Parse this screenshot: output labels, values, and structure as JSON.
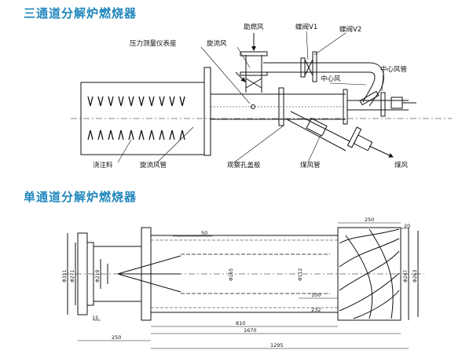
{
  "titles": {
    "three_channel": "三通道分解炉燃烧器",
    "single_channel": "单通道分解炉燃烧器"
  },
  "labels": {
    "booster_air": "助燃风",
    "butterfly_v1": "蝶阀V1",
    "butterfly_v2": "蝶阀V2",
    "pressure_seat": "压力测量仪表座",
    "swirl_air": "旋流风",
    "center_air": "中心风",
    "center_air_pipe": "中心风管",
    "castable": "浇注料",
    "swirl_air_pipe": "旋流风管",
    "observation_cover": "观察孔盖板",
    "coal_air_pipe": "煤风管",
    "coal_air": "煤风"
  },
  "dims": {
    "d_250": "250",
    "d_20": "20",
    "d_810": "810",
    "d_1670": "1670",
    "d_1295": "1295",
    "d_250b": "250",
    "d_15": "15",
    "d_100": "100",
    "d_232": "232",
    "d_50": "50",
    "d_311": "Φ311",
    "d_271": "Φ271",
    "d_219": "Φ219",
    "d_165": "Φ165",
    "d_247": "Φ247",
    "d_263": "Φ263",
    "d_112": "Φ112"
  }
}
